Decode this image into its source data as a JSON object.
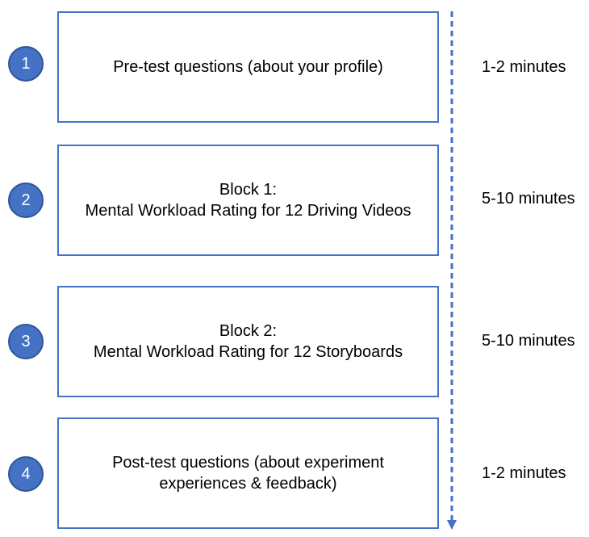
{
  "steps": [
    {
      "number": "1",
      "lines": [
        "Pre-test questions (about your profile)"
      ],
      "duration": "1-2 minutes"
    },
    {
      "number": "2",
      "lines": [
        "Block 1:",
        "Mental Workload Rating for 12 Driving Videos"
      ],
      "duration": "5-10 minutes"
    },
    {
      "number": "3",
      "lines": [
        "Block 2:",
        "Mental Workload Rating for 12 Storyboards"
      ],
      "duration": "5-10 minutes"
    },
    {
      "number": "4",
      "lines": [
        "Post-test questions (about experiment",
        "experiences & feedback)"
      ],
      "duration": "1-2 minutes"
    }
  ],
  "colors": {
    "accent": "#4472c4",
    "accent_dark": "#2f5597"
  }
}
